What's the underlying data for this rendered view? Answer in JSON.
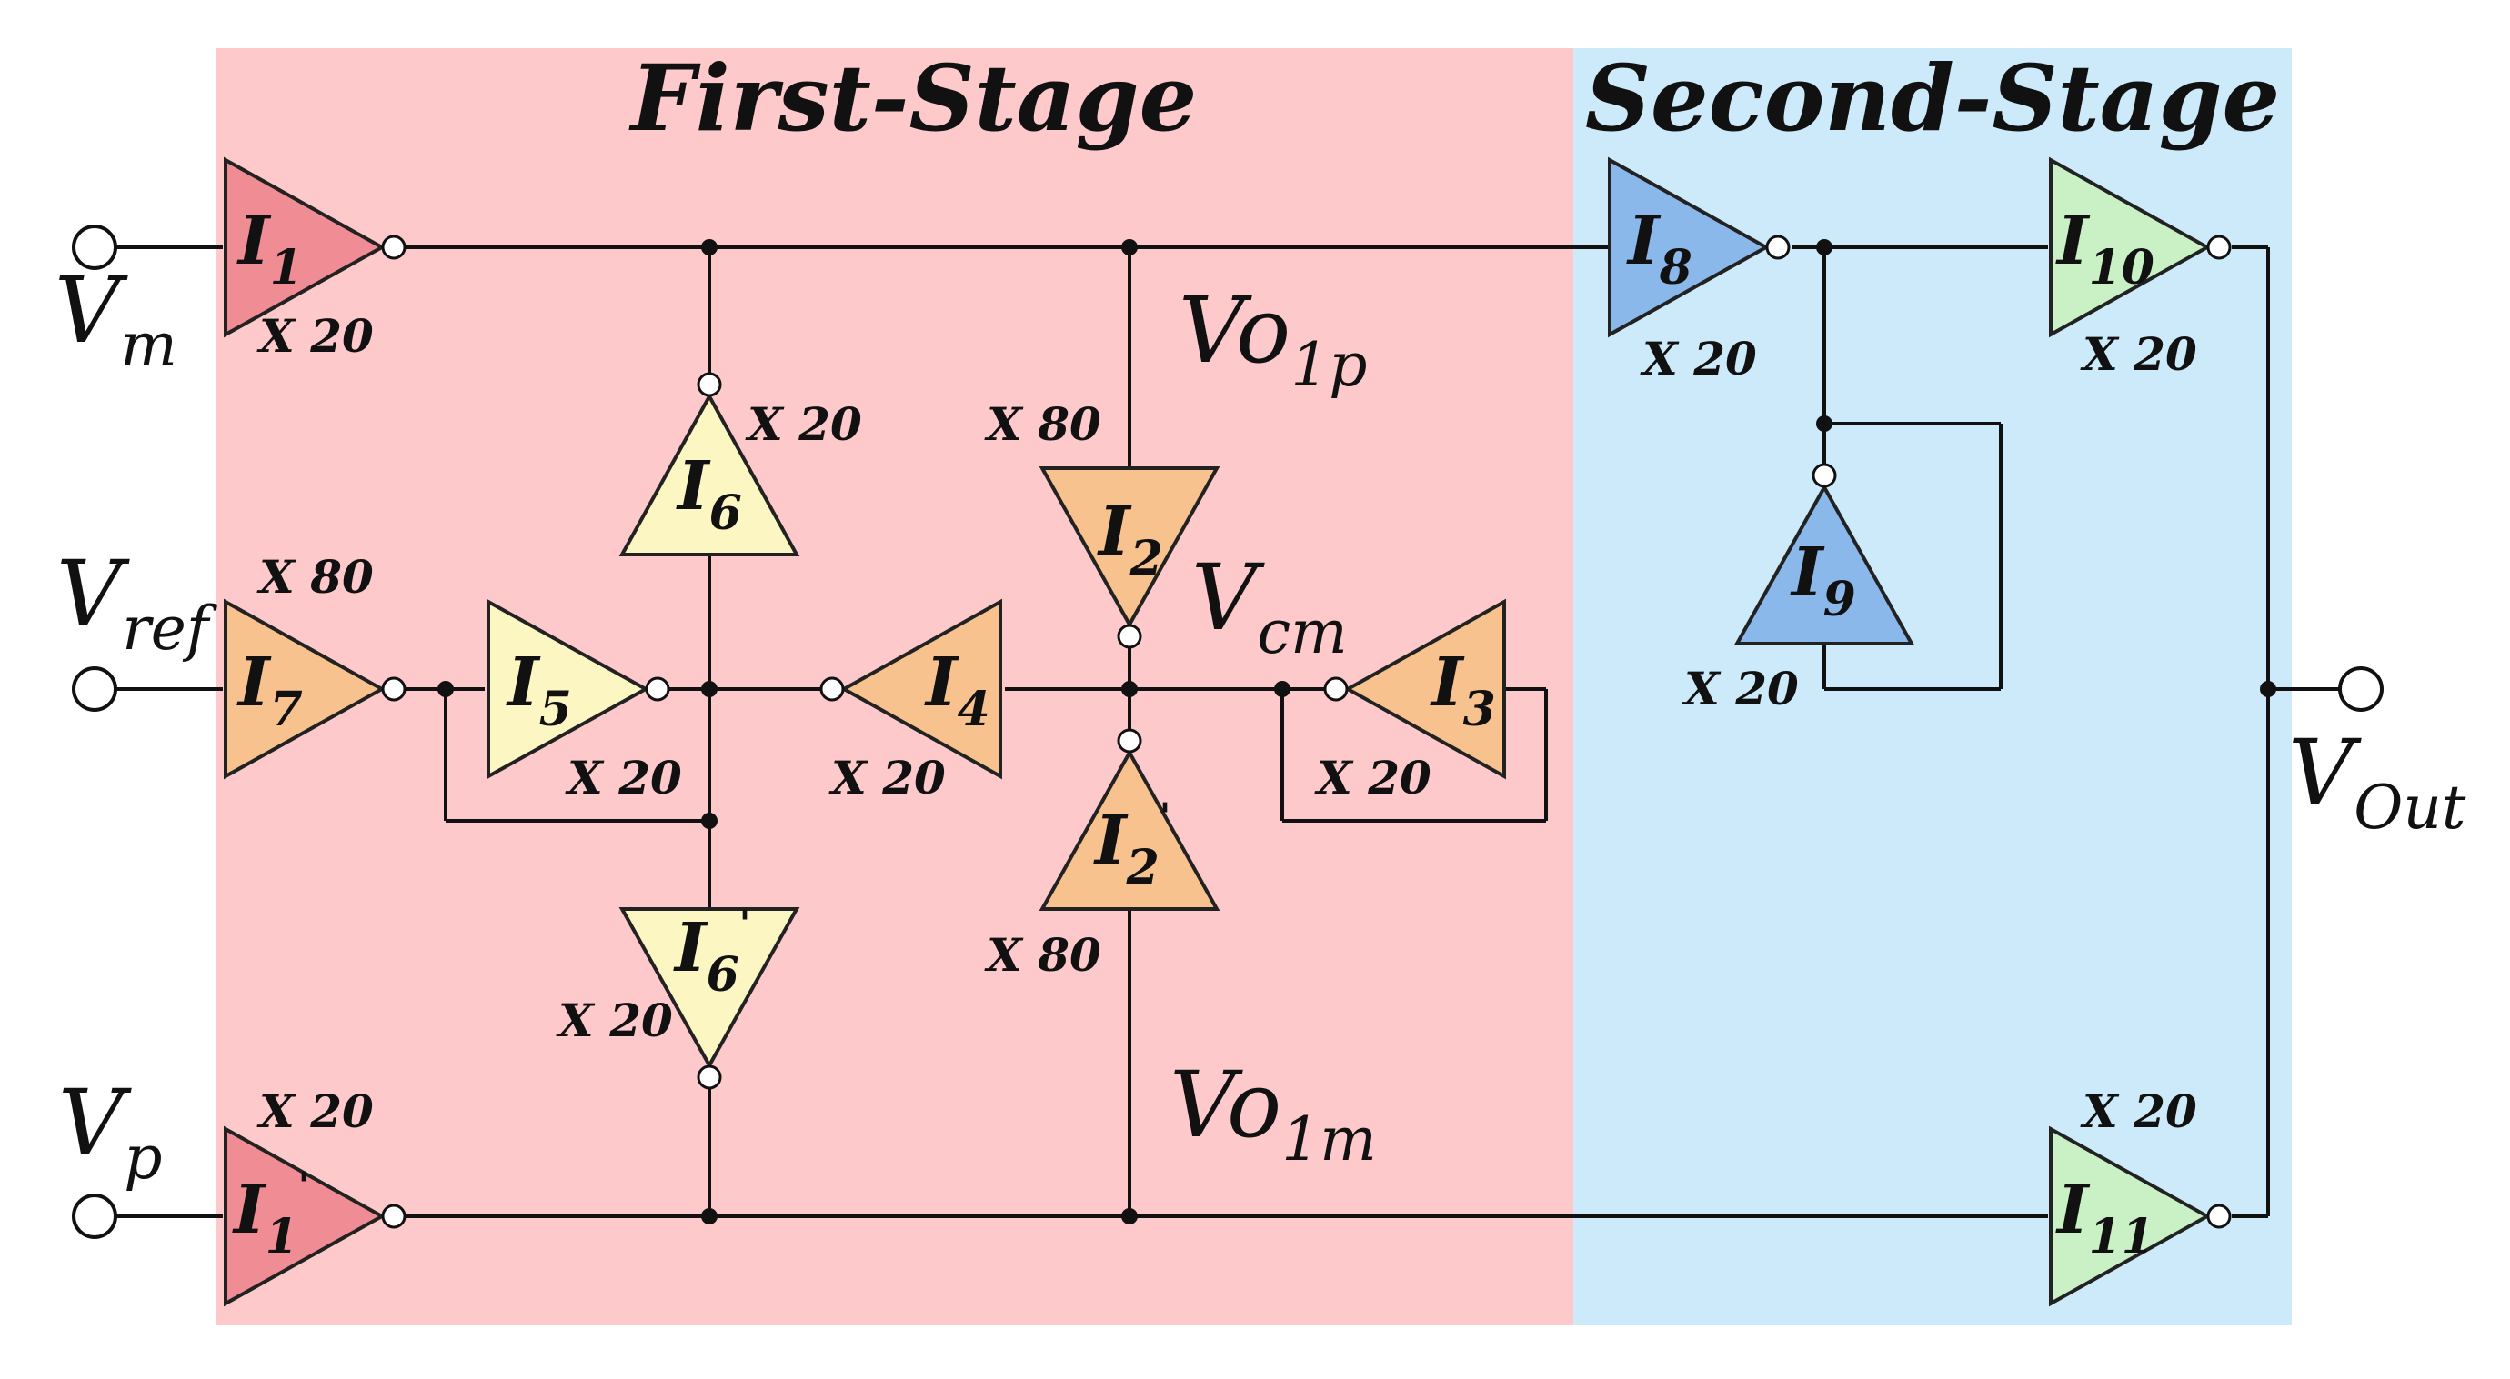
{
  "stages": {
    "first": {
      "title": "First-Stage",
      "color": "#fdc9cb"
    },
    "second": {
      "title": "Second-Stage",
      "color": "#cdeafa"
    }
  },
  "colors": {
    "red": "#f08c94",
    "orange": "#f8c28e",
    "yellow": "#fbf6c2",
    "blue": "#8bb8ea",
    "green": "#caf0c6",
    "wire": "#111111"
  },
  "signals": {
    "vm": {
      "main": "V",
      "sub": "m"
    },
    "vref": {
      "main": "V",
      "sub": "ref"
    },
    "vp": {
      "main": "V",
      "sub": "p"
    },
    "vo1p": {
      "main": "Vo",
      "sub": "1p"
    },
    "vcm": {
      "main": "V",
      "sub": "cm"
    },
    "vo1m": {
      "main": "Vo",
      "sub": "1m"
    },
    "vout": {
      "main": "V",
      "sub": "Out"
    }
  },
  "inverters": {
    "i1": {
      "main": "I",
      "sub": "1",
      "prime": "",
      "mult": "X 20",
      "color": "red"
    },
    "i1p": {
      "main": "I",
      "sub": "1",
      "prime": "'",
      "mult": "X 20",
      "color": "red"
    },
    "i7": {
      "main": "I",
      "sub": "7",
      "prime": "",
      "mult": "X 80",
      "color": "orange"
    },
    "i5": {
      "main": "I",
      "sub": "5",
      "prime": "",
      "mult": "X 20",
      "color": "yellow"
    },
    "i6": {
      "main": "I",
      "sub": "6",
      "prime": "",
      "mult": "X 20",
      "color": "yellow"
    },
    "i6p": {
      "main": "I",
      "sub": "6",
      "prime": "'",
      "mult": "X 20",
      "color": "yellow"
    },
    "i4": {
      "main": "I",
      "sub": "4",
      "prime": "",
      "mult": "X 20",
      "color": "orange"
    },
    "i2": {
      "main": "I",
      "sub": "2",
      "prime": "",
      "mult": "X 80",
      "color": "orange"
    },
    "i2p": {
      "main": "I",
      "sub": "2",
      "prime": "'",
      "mult": "X 80",
      "color": "orange"
    },
    "i3": {
      "main": "I",
      "sub": "3",
      "prime": "",
      "mult": "X 20",
      "color": "orange"
    },
    "i8": {
      "main": "I",
      "sub": "8",
      "prime": "",
      "mult": "X 20",
      "color": "blue"
    },
    "i9": {
      "main": "I",
      "sub": "9",
      "prime": "",
      "mult": "X 20",
      "color": "blue"
    },
    "i10": {
      "main": "I",
      "sub": "10",
      "prime": "",
      "mult": "X 20",
      "color": "green"
    },
    "i11": {
      "main": "I",
      "sub": "11",
      "prime": "",
      "mult": "X 20",
      "color": "green"
    }
  }
}
